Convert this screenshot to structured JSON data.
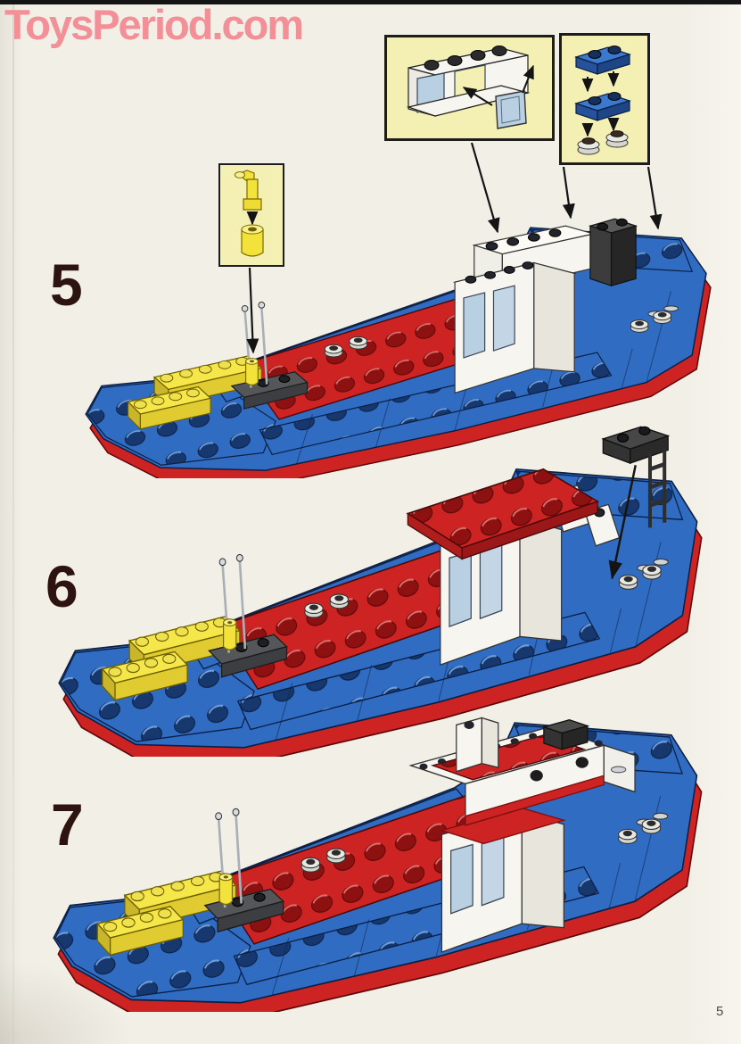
{
  "watermark": {
    "text": "ToysPeriod.com",
    "color": "#f28f97"
  },
  "page": {
    "number": "5",
    "background": "#f2efe7"
  },
  "steps": [
    {
      "number": "5"
    },
    {
      "number": "6"
    },
    {
      "number": "7"
    }
  ],
  "icons": {
    "callout_window": "window-frame-with-glass-pane-diagram",
    "callout_plates": "two-blue-plates-with-round-feet-diagram",
    "callout_lamp": "yellow-lamp-assembly-diagram",
    "arrows": "assembly-direction-arrow"
  },
  "colors": {
    "lego_blue": "#2f6cc2",
    "lego_blue_dark": "#17386e",
    "lego_red": "#ce2323",
    "lego_red_dark": "#8e1111",
    "lego_yellow": "#f5e64a",
    "piece_white": "#f6f5f0",
    "piece_dark_gray": "#3c3c3c",
    "glass_blue": "#b9cfe2",
    "callout_background": "#f4efb2",
    "step_number_color": "#2e1410"
  }
}
